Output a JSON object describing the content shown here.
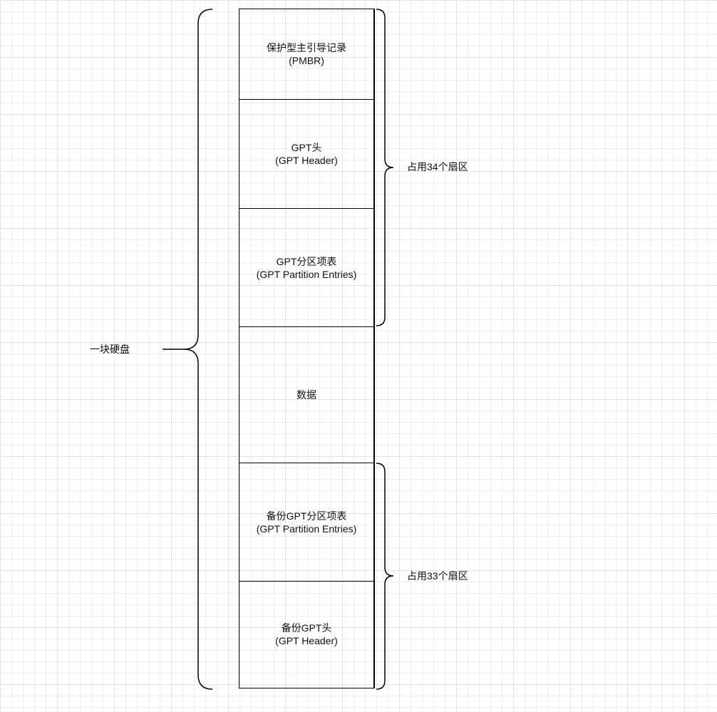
{
  "diagram": {
    "disk_label": "一块硬盘",
    "blocks": [
      {
        "line1": "保护型主引导记录",
        "line2": "(PMBR)"
      },
      {
        "line1": "GPT头",
        "line2": "(GPT Header)"
      },
      {
        "line1": "GPT分区项表",
        "line2": "(GPT Partition Entries)"
      },
      {
        "line1": "数据",
        "line2": ""
      },
      {
        "line1": "备份GPT分区项表",
        "line2": "(GPT Partition Entries)"
      },
      {
        "line1": "备份GPT头",
        "line2": "(GPT Header)"
      }
    ],
    "top_brace_label": "占用34个扇区",
    "bottom_brace_label": "占用33个扇区"
  }
}
